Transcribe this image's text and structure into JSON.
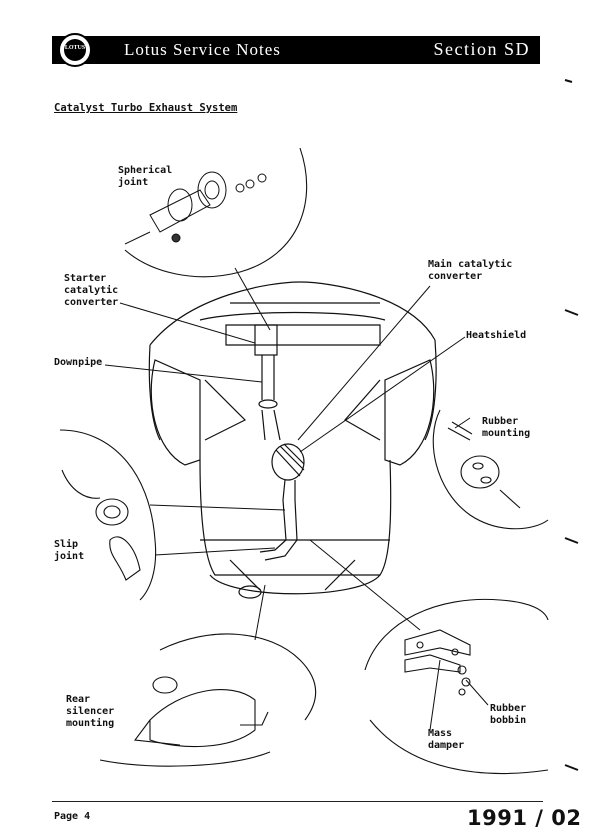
{
  "header": {
    "logo_text": "LOTUS",
    "title": "Lotus Service Notes",
    "section": "Section SD"
  },
  "page_heading": "Catalyst Turbo Exhaust System",
  "callouts": {
    "spherical_joint": "Spherical\njoint",
    "starter_catalytic_converter": "Starter\ncatalytic\nconverter",
    "downpipe": "Downpipe",
    "main_catalytic_converter": "Main catalytic\nconverter",
    "heatshield": "Heatshield",
    "rubber_mounting": "Rubber\nmounting",
    "slip_joint": "Slip\njoint",
    "rear_silencer_mounting": "Rear\nsilencer\nmounting",
    "mass_damper": "Mass\ndamper",
    "rubber_bobbin": "Rubber\nbobbin"
  },
  "footer": {
    "page": "Page 4",
    "date": "1991 / 02"
  }
}
